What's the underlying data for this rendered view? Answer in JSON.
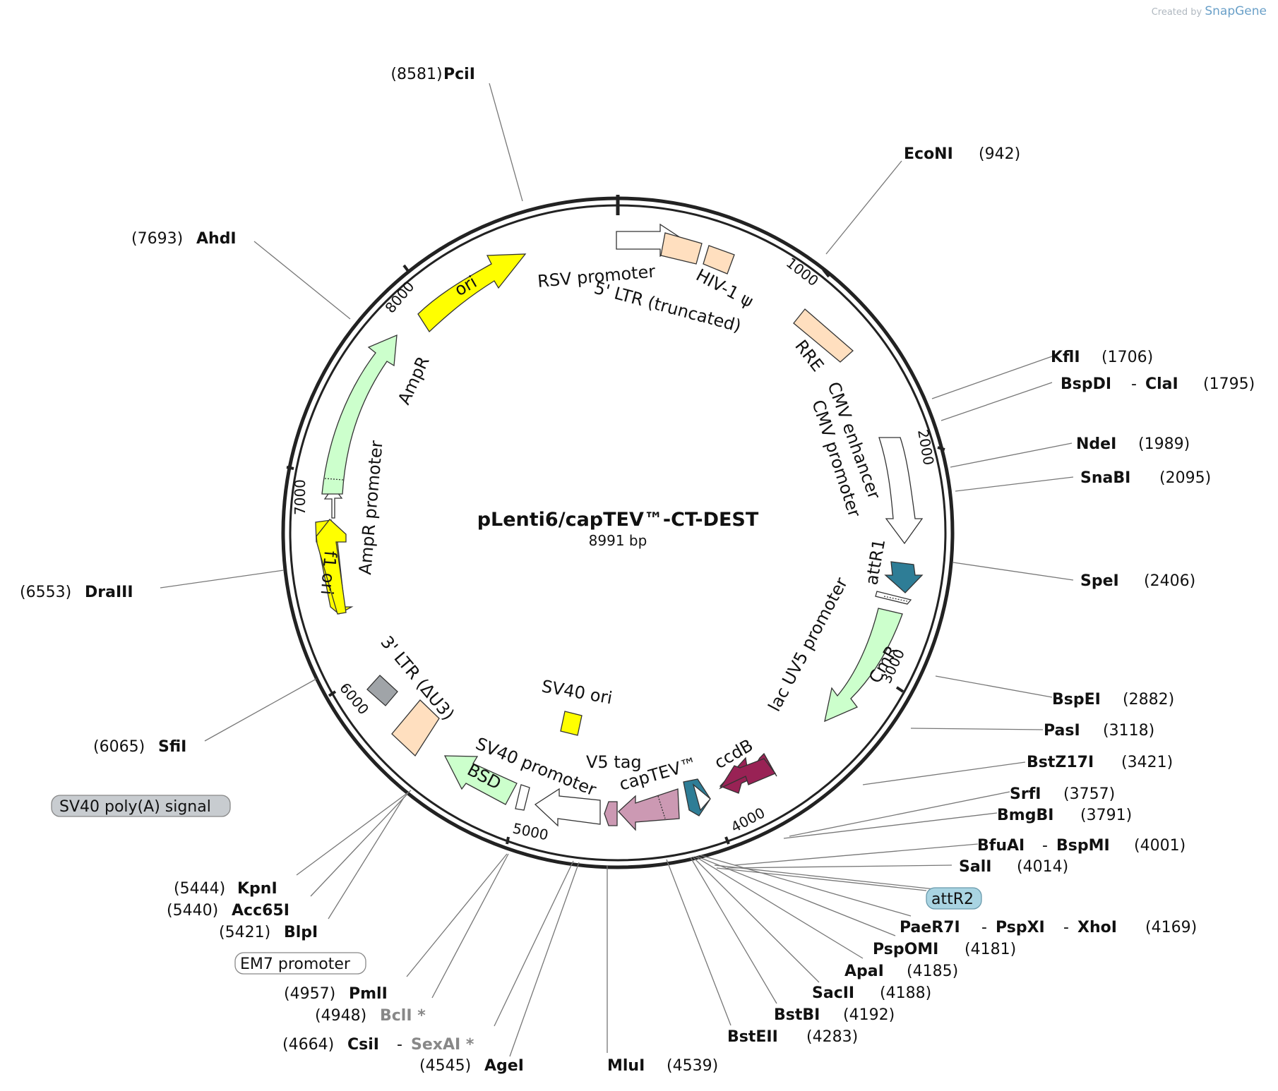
{
  "watermark": {
    "created_by": "Created by",
    "brand": "SnapGene"
  },
  "plasmid": {
    "name": "pLenti6/capTEV™-CT-DEST",
    "size": "8991 bp"
  },
  "ticks": [
    "1000",
    "2000",
    "3000",
    "4000",
    "5000",
    "6000",
    "7000",
    "8000"
  ],
  "sites": [
    {
      "name": "PciI",
      "pos": "(8581)"
    },
    {
      "name": "EcoNI",
      "pos": "(942)"
    },
    {
      "name": "AhdI",
      "pos": "(7693)"
    },
    {
      "name": "KflI",
      "pos": "(1706)"
    },
    {
      "name": "BspDI",
      "name2": "ClaI",
      "pos": "(1795)"
    },
    {
      "name": "NdeI",
      "pos": "(1989)"
    },
    {
      "name": "SnaBI",
      "pos": "(2095)"
    },
    {
      "name": "SpeI",
      "pos": "(2406)"
    },
    {
      "name": "DraIII",
      "pos": "(6553)"
    },
    {
      "name": "BspEI",
      "pos": "(2882)"
    },
    {
      "name": "PasI",
      "pos": "(3118)"
    },
    {
      "name": "BstZ17I",
      "pos": "(3421)"
    },
    {
      "name": "SrfI",
      "pos": "(3757)"
    },
    {
      "name": "BmgBI",
      "pos": "(3791)"
    },
    {
      "name": "BfuAI",
      "name2": "BspMI",
      "pos": "(4001)"
    },
    {
      "name": "SalI",
      "pos": "(4014)"
    },
    {
      "name": "SfiI",
      "pos": "(6065)"
    },
    {
      "name": "KpnI",
      "pos": "(5444)"
    },
    {
      "name": "Acc65I",
      "pos": "(5440)"
    },
    {
      "name": "BlpI",
      "pos": "(5421)"
    },
    {
      "name": "PmlI",
      "pos": "(4957)"
    },
    {
      "name": "BclI *",
      "pos": "(4948)"
    },
    {
      "name": "CsiI",
      "name2": "SexAI *",
      "pos": "(4664)"
    },
    {
      "name": "AgeI",
      "pos": "(4545)"
    },
    {
      "name": "MluI",
      "pos": "(4539)"
    },
    {
      "name": "BstEII",
      "pos": "(4283)"
    },
    {
      "name": "BstBI",
      "pos": "(4192)"
    },
    {
      "name": "SacII",
      "pos": "(4188)"
    },
    {
      "name": "ApaI",
      "pos": "(4185)"
    },
    {
      "name": "PspOMI",
      "pos": "(4181)"
    },
    {
      "name": "PaeR7I",
      "name2": "PspXI",
      "name3": "XhoI",
      "pos": "(4169)"
    }
  ],
  "boxed_features": {
    "sv40_polya": "SV40 poly(A) signal",
    "em7": "EM7 promoter",
    "attr2": "attR2"
  },
  "features": {
    "rsv": "RSV promoter",
    "ltr5": "5' LTR (truncated)",
    "hiv": "HIV-1 ψ",
    "rre": "RRE",
    "cmv_enh": "CMV enhancer",
    "cmv_pro": "CMV promoter",
    "attr1": "attR1",
    "lacuv5": "lac UV5 promoter",
    "cmr": "CmR",
    "ccdb": "ccdB",
    "captev": "capTEV™",
    "v5": "V5 tag",
    "sv40_pro": "SV40 promoter",
    "sv40_ori": "SV40 ori",
    "bsd": "BSD",
    "ltr3": "3' LTR (ΔU3)",
    "f1": "f1 ori",
    "ampr_pro": "AmpR promoter",
    "ampr": "AmpR",
    "ori": "ori"
  },
  "colors": {
    "ori": "#ffff00",
    "ampr": "#ccffcc",
    "ltr": "#ffdfbf",
    "attr": "#2e7d96",
    "ccdb": "#992255",
    "captev": "#cc99b3",
    "gray": "#a0a4a8",
    "backbone": "#222222"
  }
}
